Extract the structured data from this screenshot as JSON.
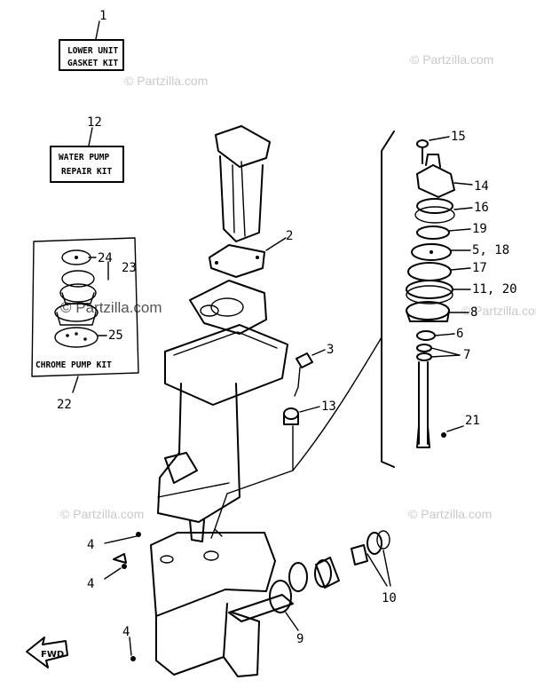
{
  "kits": {
    "lower_unit_line1": "LOWER UNIT",
    "lower_unit_line2": "GASKET KIT",
    "water_pump_line1": "WATER PUMP",
    "water_pump_line2": "REPAIR KIT",
    "chrome_pump": "CHROME PUMP KIT"
  },
  "callouts": {
    "c1": "1",
    "c2": "2",
    "c3": "3",
    "c4a": "4",
    "c4b": "4",
    "c4c": "4",
    "c5_18": "5, 18",
    "c6": "6",
    "c7": "7",
    "c8": "8",
    "c9": "9",
    "c10": "10",
    "c11_20": "11, 20",
    "c12": "12",
    "c13": "13",
    "c14": "14",
    "c15": "15",
    "c16": "16",
    "c17": "17",
    "c19": "19",
    "c21": "21",
    "c22": "22",
    "c23": "23",
    "c24": "24",
    "c25": "25"
  },
  "fwd_label": "FWD",
  "watermarks": {
    "main": "© Partzilla.com",
    "faint": "© Partzilla.com"
  }
}
